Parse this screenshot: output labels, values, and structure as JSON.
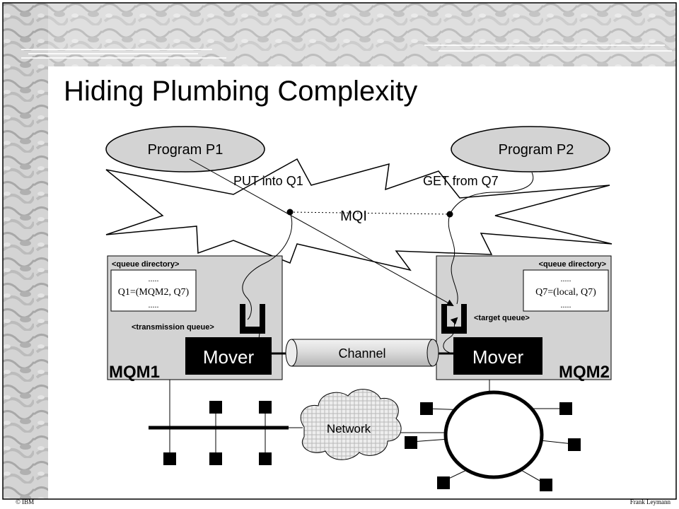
{
  "slide": {
    "title": "Hiding Plumbing Complexity",
    "footer_left": "© IBM",
    "footer_right": "Frank Leymann"
  },
  "programs": {
    "p1": "Program P1",
    "p2": "Program P2"
  },
  "mqi": {
    "label": "MQI",
    "put_label": "PUT  into Q1",
    "get_label": "GET from Q7"
  },
  "mqm1": {
    "name": "MQM1",
    "dir_title": "<queue directory>",
    "dir_lines": [
      ".....",
      "Q1=(MQM2, Q7)",
      "....."
    ],
    "queue_label": "<transmission queue>",
    "mover": "Mover"
  },
  "mqm2": {
    "name": "MQM2",
    "dir_title": "<queue directory>",
    "dir_lines": [
      ".....",
      "Q7=(local, Q7)",
      "....."
    ],
    "queue_label": "<target queue>",
    "mover": "Mover"
  },
  "channel": "Channel",
  "network": "Network"
}
